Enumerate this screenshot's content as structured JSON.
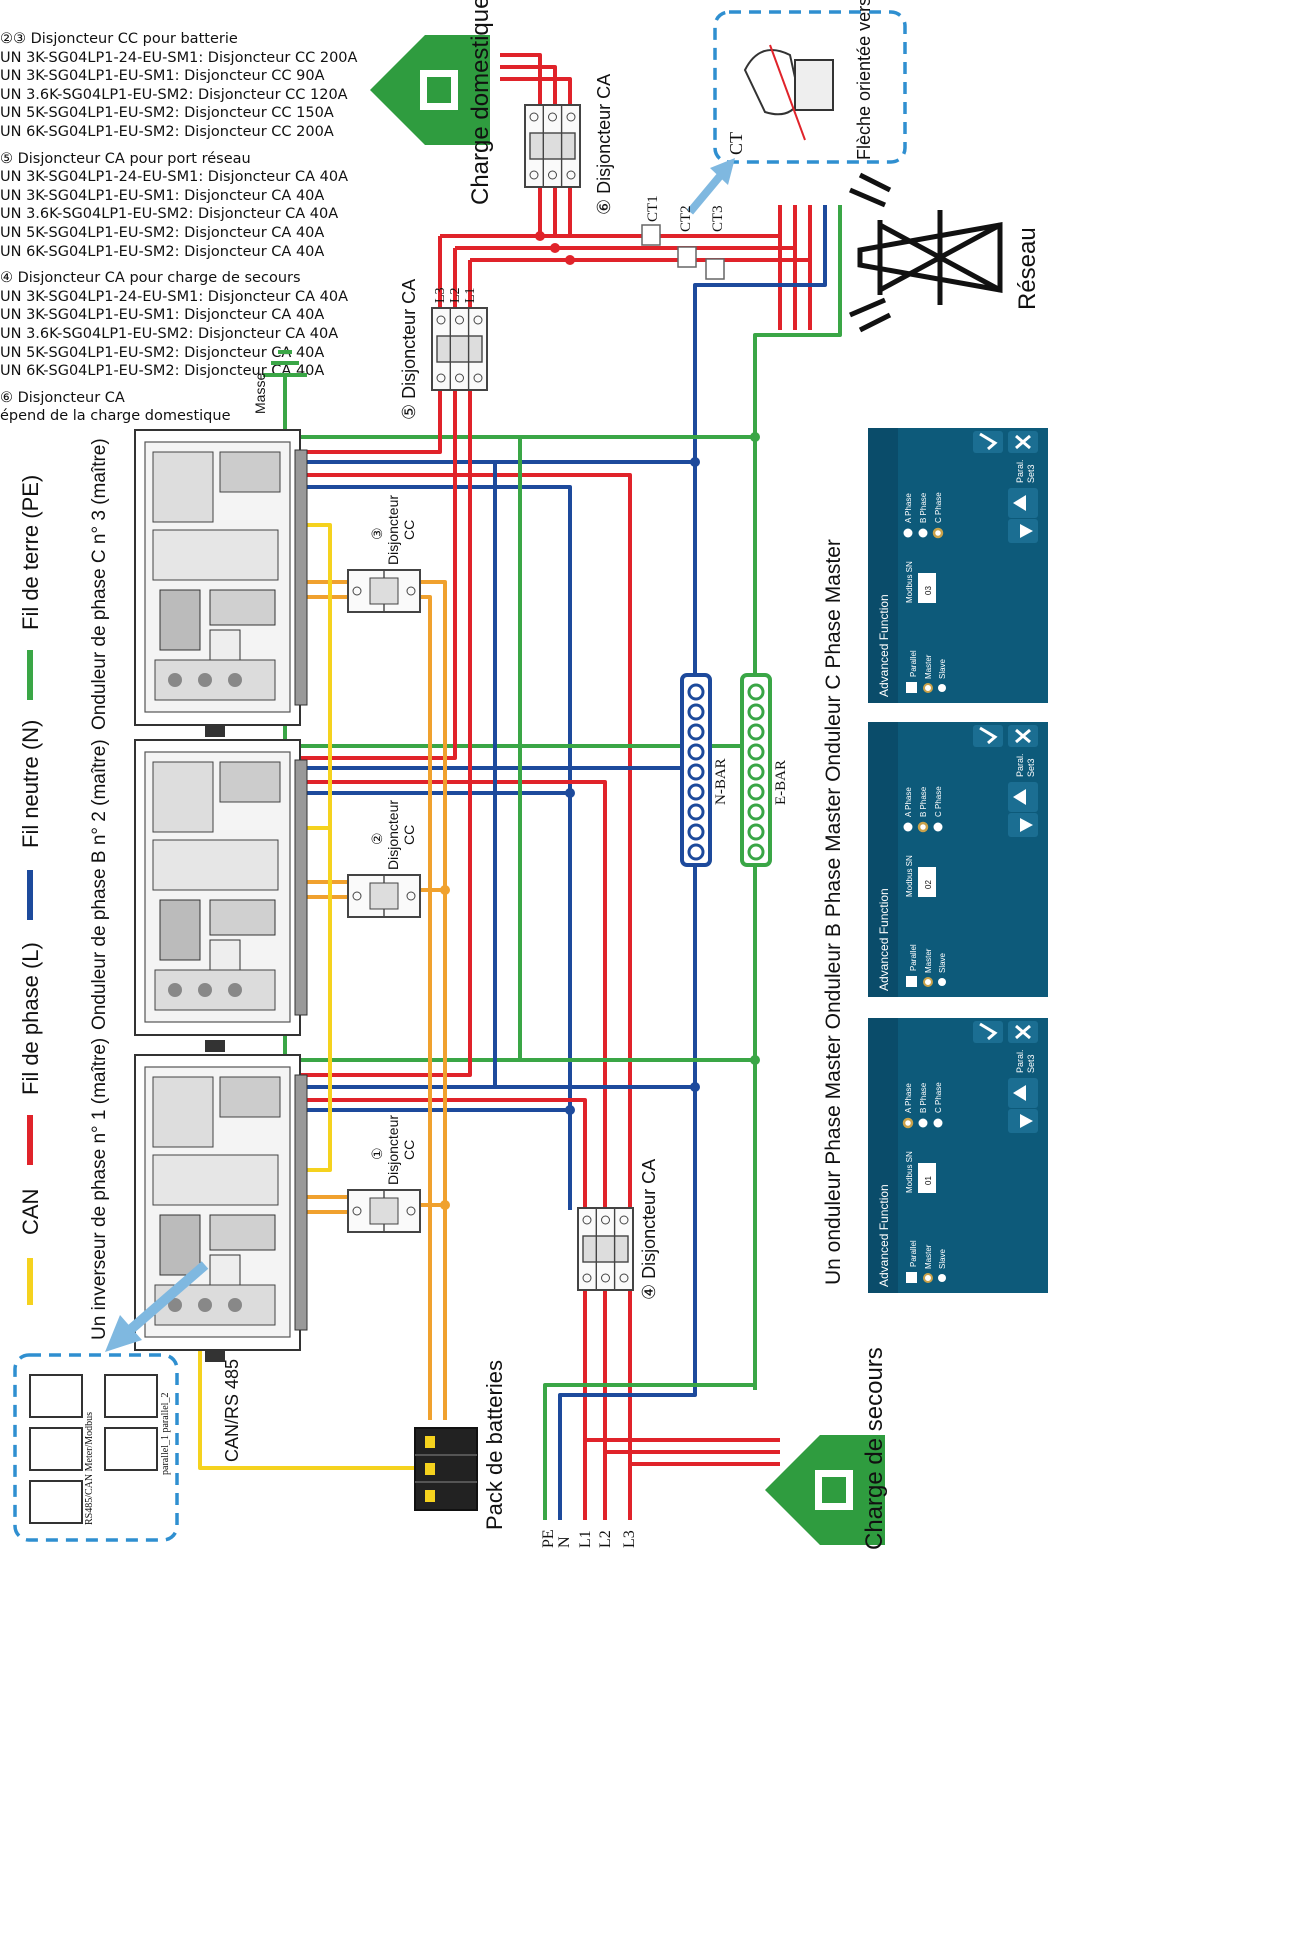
{
  "notes": {
    "dc_battery": {
      "heading": "②③ Disjoncteur CC pour batterie",
      "lines": [
        "UN 3K-SG04LP1-24-EU-SM1: Disjoncteur CC 200A",
        "UN 3K-SG04LP1-EU-SM1: Disjoncteur CC 90A",
        "UN 3.6K-SG04LP1-EU-SM2: Disjoncteur CC 120A",
        "UN 5K-SG04LP1-EU-SM2: Disjoncteur CC 150A",
        "UN 6K-SG04LP1-EU-SM2: Disjoncteur CC 200A"
      ]
    },
    "ac_grid": {
      "heading": "⑤ Disjoncteur CA pour port réseau",
      "lines": [
        "UN 3K-SG04LP1-24-EU-SM1: Disjoncteur CA 40A",
        "UN 3K-SG04LP1-EU-SM1: Disjoncteur CA 40A",
        "UN 3.6K-SG04LP1-EU-SM2: Disjoncteur CA 40A",
        "UN 5K-SG04LP1-EU-SM2: Disjoncteur CA 40A",
        "UN 6K-SG04LP1-EU-SM2: Disjoncteur CA 40A"
      ]
    },
    "ac_backup": {
      "heading": "④ Disjoncteur CA pour charge de secours",
      "lines": [
        "UN 3K-SG04LP1-24-EU-SM1: Disjoncteur CA 40A",
        "UN 3K-SG04LP1-EU-SM1: Disjoncteur CA 40A",
        "UN 3.6K-SG04LP1-EU-SM2: Disjoncteur CA 40A",
        "UN 5K-SG04LP1-EU-SM2: Disjoncteur CA 40A",
        "UN 6K-SG04LP1-EU-SM2: Disjoncteur CA 40A"
      ]
    },
    "ac_home": {
      "heading": "⑥ Disjoncteur CA",
      "lines": [
        "épend de la charge domestique"
      ]
    }
  },
  "legend": {
    "can": "CAN",
    "phase": "Fil de phase (L)",
    "neutral": "Fil neutre (N)",
    "earth": "Fil de terre (PE)"
  },
  "inverters": {
    "label_1": "Un inverseur de phase n° 1 (maître)",
    "label_2": "Onduleur de phase B n° 2 (maître)",
    "label_3": "Onduleur de phase C n° 3 (maître)"
  },
  "labels": {
    "home_load": "Charge domestique",
    "breaker_ca_home": "⑥ Disjoncteur CA",
    "breaker_ca_grid": "⑤ Disjoncteur CA",
    "breaker_ca_backup": "④ Disjoncteur CA",
    "dc1_num": "①",
    "dc2_num": "②",
    "dc3_num": "③",
    "dc_word1": "Disjoncteur",
    "dc_word2": "CC",
    "ct_callout": "Flèche orientée vers l'onduleur",
    "ct": "CT",
    "ct1": "CT1",
    "ct2": "CT2",
    "ct3": "CT3",
    "grid": "Réseau",
    "ground": "Masse",
    "nbar": "N-BAR",
    "ebar": "E-BAR",
    "battery": "Pack de batteries",
    "canrs": "CAN/RS 485",
    "backup": "Charge de secours",
    "l1": "L1",
    "l2": "L2",
    "l3": "L3",
    "pe": "PE",
    "n": "N",
    "rj_top": "RS485/CAN   Meter/Modbus",
    "rj_bottom": "parallel_1  parallel_2",
    "bottom_caption": "Un onduleur Phase Master Onduleur B Phase Master Onduleur C Phase Master"
  },
  "panels": [
    {
      "title": "Advanced Function",
      "parallel": "Parallel",
      "master": "Master",
      "slave": "Slave",
      "modbus": "Modbus SN",
      "sn": "01",
      "a": "A Phase",
      "b": "B Phase",
      "c": "C Phase",
      "paral": "Paral.",
      "set": "Set3",
      "selected": "A Phase"
    },
    {
      "title": "Advanced Function",
      "parallel": "Parallel",
      "master": "Master",
      "slave": "Slave",
      "modbus": "Modbus SN",
      "sn": "02",
      "a": "A Phase",
      "b": "B Phase",
      "c": "C Phase",
      "paral": "Paral.",
      "set": "Set3",
      "selected": "B Phase"
    },
    {
      "title": "Advanced Function",
      "parallel": "Parallel",
      "master": "Master",
      "slave": "Slave",
      "modbus": "Modbus SN",
      "sn": "03",
      "a": "A Phase",
      "b": "B Phase",
      "c": "C Phase",
      "paral": "Paral.",
      "set": "Set3",
      "selected": "C Phase"
    }
  ],
  "colors": {
    "phase": "#e0232a",
    "neutral": "#1d4a9c",
    "earth": "#3aa646",
    "can": "#f5d21e",
    "dc": "#f0a12e",
    "house": "#2f9c3f",
    "panel": "#0d5a7a",
    "dashed": "#2f8fd0"
  }
}
